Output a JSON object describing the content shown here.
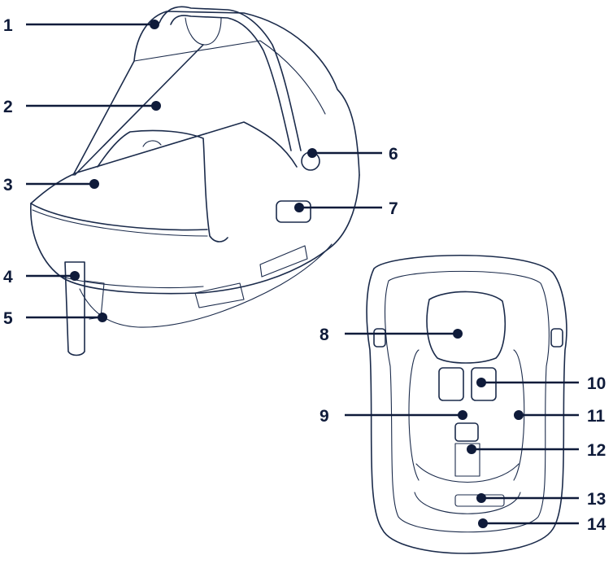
{
  "diagram": {
    "callouts": [
      {
        "id": "1",
        "label": "1"
      },
      {
        "id": "2",
        "label": "2"
      },
      {
        "id": "3",
        "label": "3"
      },
      {
        "id": "4",
        "label": "4"
      },
      {
        "id": "5",
        "label": "5"
      },
      {
        "id": "6",
        "label": "6"
      },
      {
        "id": "7",
        "label": "7"
      },
      {
        "id": "8",
        "label": "8"
      },
      {
        "id": "9",
        "label": "9"
      },
      {
        "id": "10",
        "label": "10"
      },
      {
        "id": "11",
        "label": "11"
      },
      {
        "id": "12",
        "label": "12"
      },
      {
        "id": "13",
        "label": "13"
      },
      {
        "id": "14",
        "label": "14"
      }
    ],
    "colors": {
      "outline": "#1b2b4b",
      "callout": "#0f1b3a",
      "background": "#ffffff"
    }
  }
}
